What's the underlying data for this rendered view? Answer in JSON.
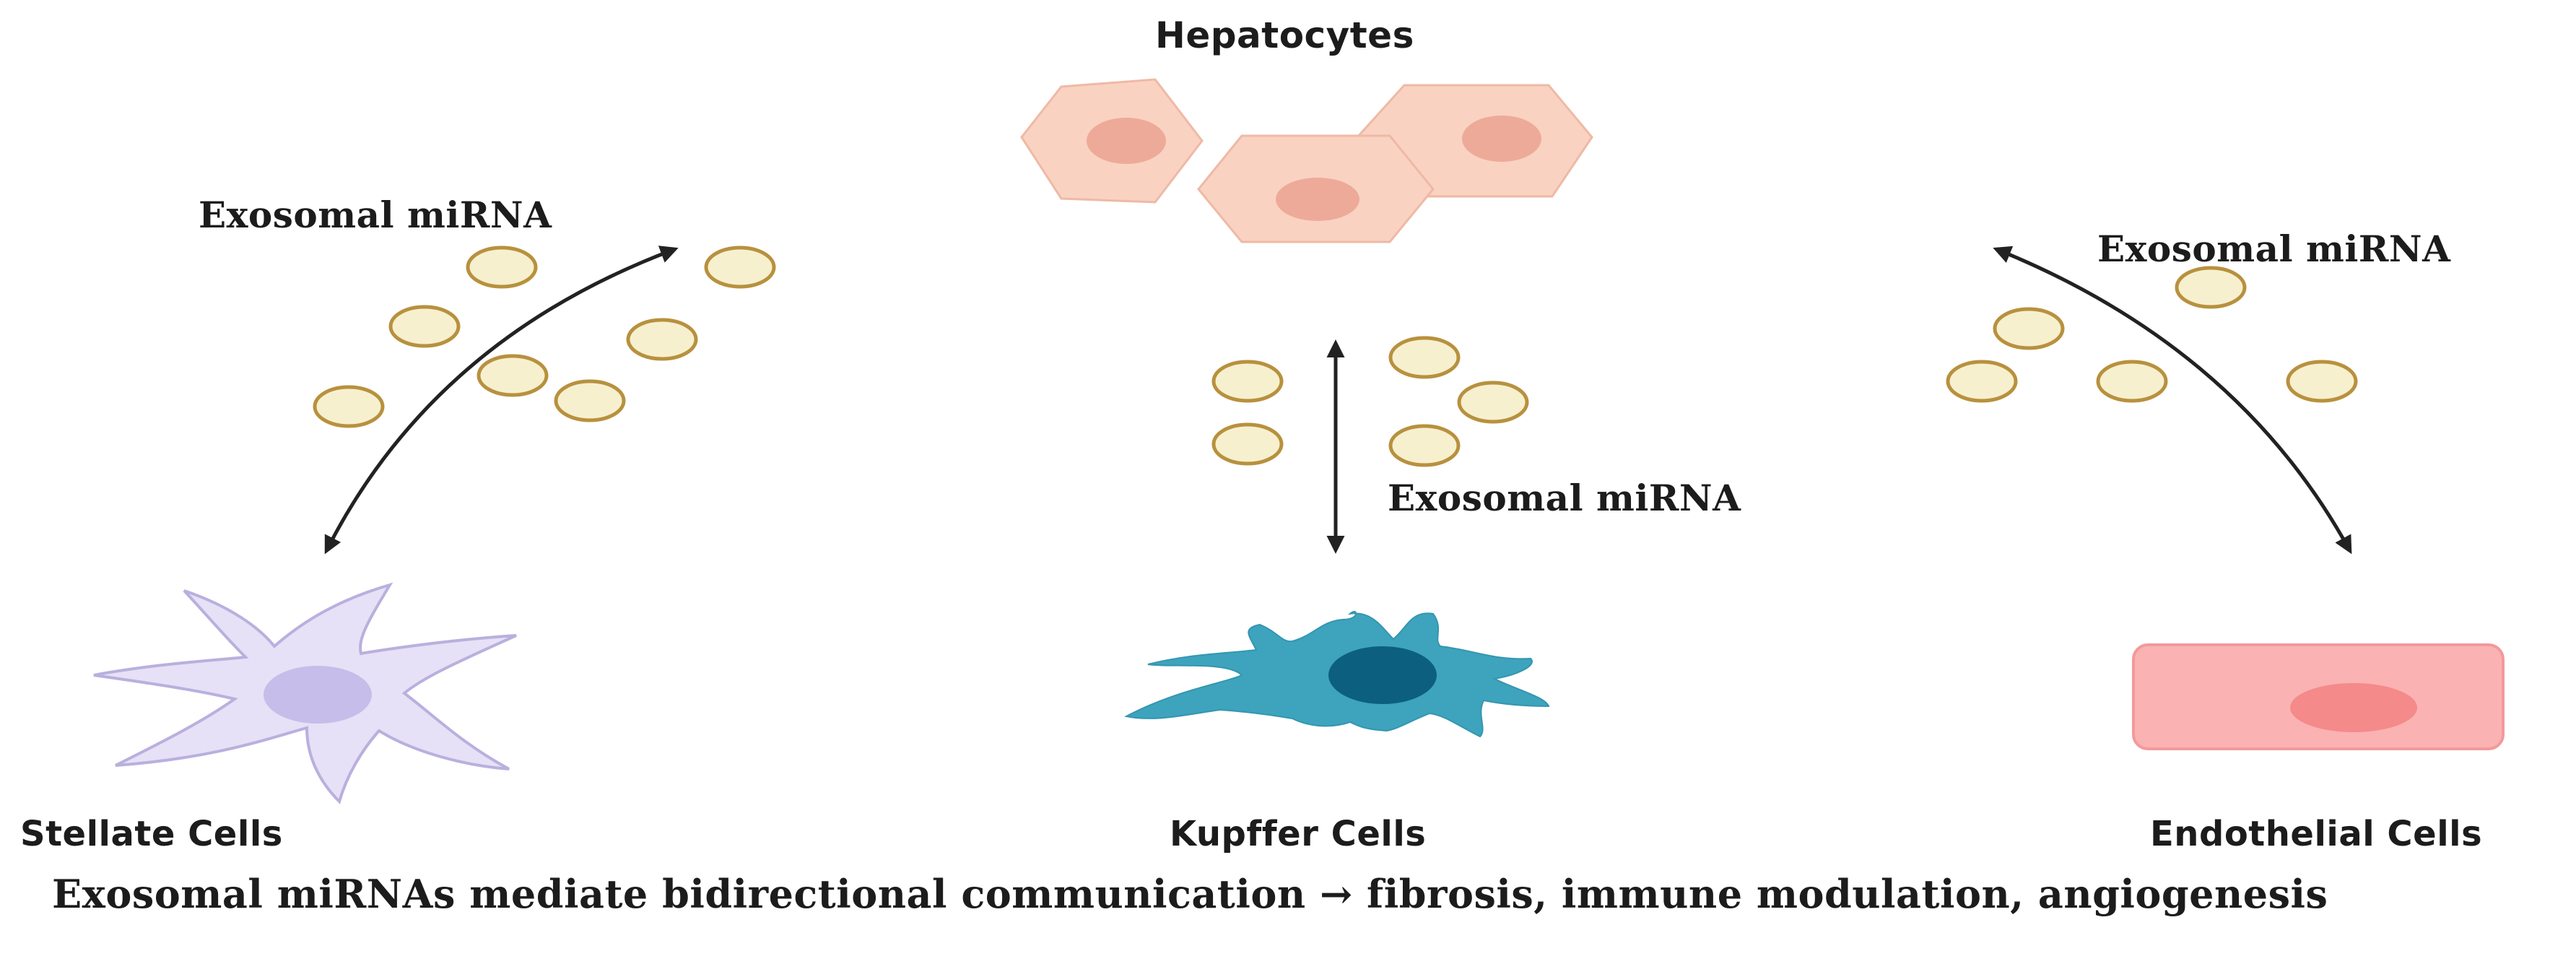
{
  "labels": {
    "hepatocytes": "Hepatocytes",
    "stellate": "Stellate Cells",
    "kupffer": "Kupffer Cells",
    "endothelial": "Endothelial Cells",
    "exosomal_left": "Exosomal miRNA",
    "exosomal_center": "Exosomal miRNA",
    "exosomal_right": "Exosomal miRNA"
  },
  "caption": "Exosomal miRNAs mediate bidirectional communication → fibrosis,  immune modulation, angiogenesis",
  "colors": {
    "hepatocyte_fill": "#f9d2c2",
    "hepatocyte_nucleus": "#eeaa98",
    "vesicle_fill": "#f7f0cf",
    "vesicle_stroke": "#b8913e",
    "stellate_fill": "#e6e1f6",
    "stellate_nucleus": "#c6bdea",
    "kupffer_fill": "#3ea3bd",
    "kupffer_nucleus": "#0c5f7e",
    "endothelial_fill": "#fbb2b2",
    "endothelial_nucleus": "#f48a8a",
    "arrow": "#222222"
  }
}
